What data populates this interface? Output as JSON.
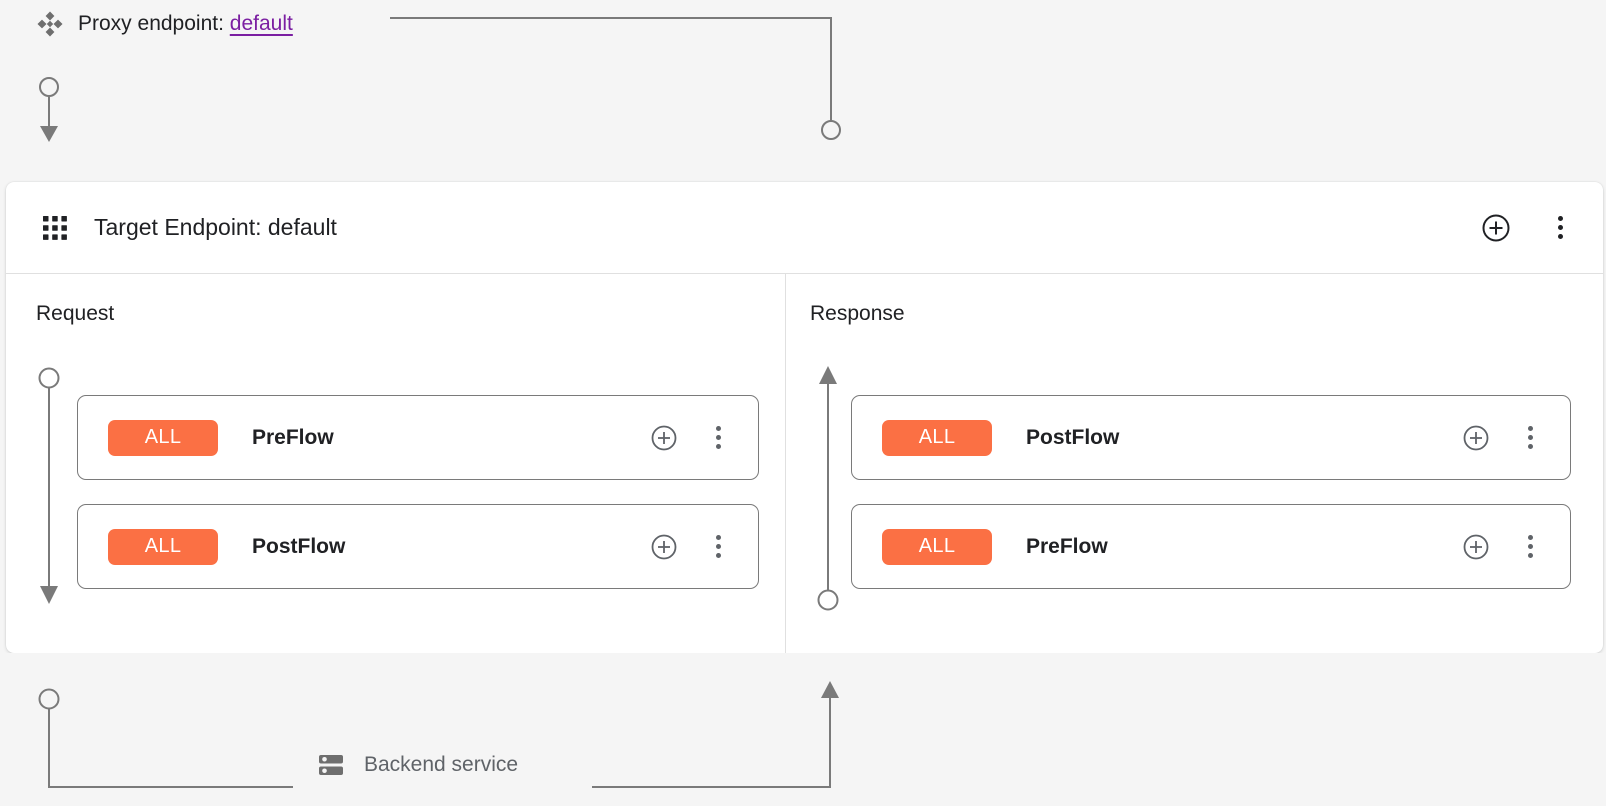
{
  "colors": {
    "background": "#f5f5f5",
    "panel": "#ffffff",
    "badge_orange": "#fb7044",
    "link_purple": "#7b1fa2",
    "connector_gray": "#7a7a7a",
    "text_primary": "#202124",
    "text_secondary": "#5f6368",
    "divider": "#e0e0e0"
  },
  "proxy": {
    "icon": "diamond-cluster-icon",
    "label": "Proxy endpoint:",
    "endpoint_name": "default"
  },
  "target_panel": {
    "icon": "apps-grid-icon",
    "title": "Target Endpoint: default",
    "actions": {
      "add_label": "add-circle-icon",
      "more_label": "more-vert-icon"
    },
    "columns": [
      {
        "id": "request",
        "title": "Request",
        "direction": "down",
        "cards": [
          {
            "badge": "ALL",
            "name": "PreFlow",
            "add_icon": "add-circle-icon",
            "more_icon": "more-vert-icon"
          },
          {
            "badge": "ALL",
            "name": "PostFlow",
            "add_icon": "add-circle-icon",
            "more_icon": "more-vert-icon"
          }
        ]
      },
      {
        "id": "response",
        "title": "Response",
        "direction": "up",
        "cards": [
          {
            "badge": "ALL",
            "name": "PostFlow",
            "add_icon": "add-circle-icon",
            "more_icon": "more-vert-icon"
          },
          {
            "badge": "ALL",
            "name": "PreFlow",
            "add_icon": "add-circle-icon",
            "more_icon": "more-vert-icon"
          }
        ]
      }
    ]
  },
  "backend": {
    "icon": "server-rack-icon",
    "label": "Backend service"
  }
}
